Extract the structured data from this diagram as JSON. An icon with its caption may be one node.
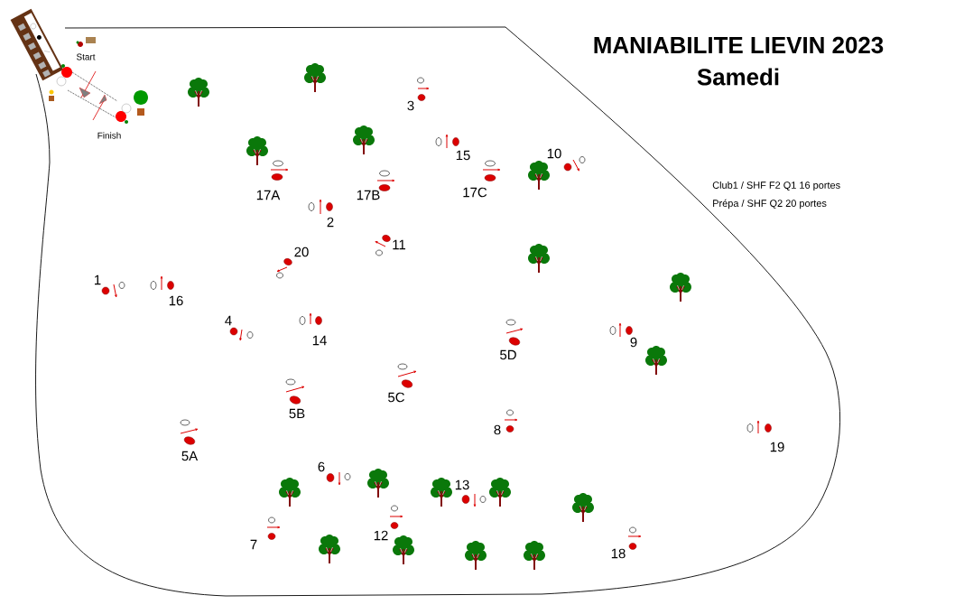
{
  "diagram": {
    "title": "MANIABILITE  LIEVIN 2023",
    "labels": [
      "Samedi",
      "Start",
      "3",
      "Finish",
      "15",
      "10",
      "Club1 / SHF F2 Q1 16 portes",
      "Prépa / SHF Q2 20 portes",
      "17A",
      "17B",
      "17C",
      "2",
      "11",
      "20",
      "1",
      "16",
      "4",
      "14",
      "9",
      "5D",
      "5C",
      "5B",
      "8",
      "19",
      "5A",
      "6",
      "13",
      "7",
      "12",
      "18"
    ]
  }
}
